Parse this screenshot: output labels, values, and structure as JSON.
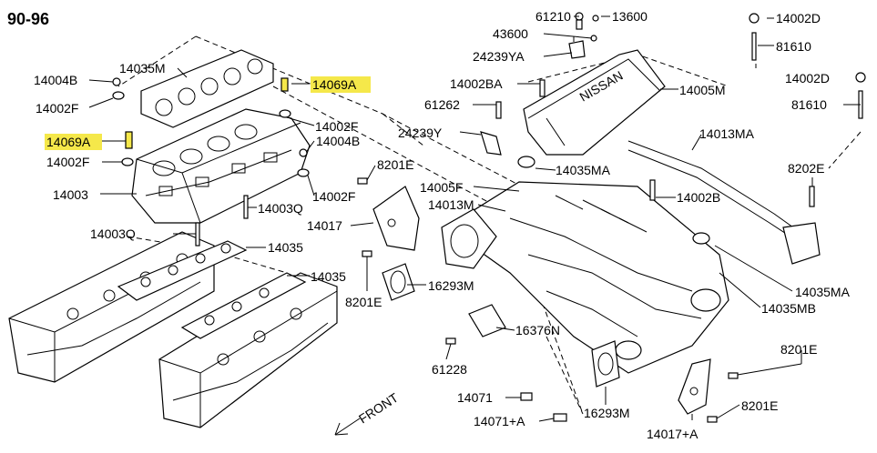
{
  "title": "90-96",
  "highlight_color": "#f5e84a",
  "front_text": "FRONT",
  "cover_text": "NISSAN",
  "labels": {
    "l61210": "61210",
    "l13600": "13600",
    "l43600": "43600",
    "l24239YA": "24239YA",
    "l14002D_1": "14002D",
    "l81610_1": "81610",
    "l14002D_2": "14002D",
    "l81610_2": "81610",
    "l14035M": "14035M",
    "l14004B_1": "14004B",
    "l14002F_1": "14002F",
    "l14069A_1": "14069A",
    "l14069A_2": "14069A",
    "l14002F_2": "14002F",
    "l14004B_2": "14004B",
    "l14002F_3": "14002F",
    "l14002F_4": "14002F",
    "l14003": "14003",
    "l14003Q_1": "14003Q",
    "l14003Q_2": "14003Q",
    "l14035_1": "14035",
    "l14035_2": "14035",
    "l14002BA": "14002BA",
    "l61262": "61262",
    "l24239Y": "24239Y",
    "l14005M": "14005M",
    "l14013MA": "14013MA",
    "l14035MA_1": "14035MA",
    "l8201E_1": "8201E",
    "l14005F": "14005F",
    "l14013M": "14013M",
    "l14017": "14017",
    "l8202E": "8202E",
    "l14002B": "14002B",
    "l8201E_2": "8201E",
    "l16293M_1": "16293M",
    "l14035MA_2": "14035MA",
    "l14035MB": "14035MB",
    "l16376N": "16376N",
    "l61228": "61228",
    "l8201E_3": "8201E",
    "l8201E_4": "8201E",
    "l14071": "14071",
    "l14071A": "14071+A",
    "l16293M_2": "16293M",
    "l14017A": "14017+A"
  }
}
